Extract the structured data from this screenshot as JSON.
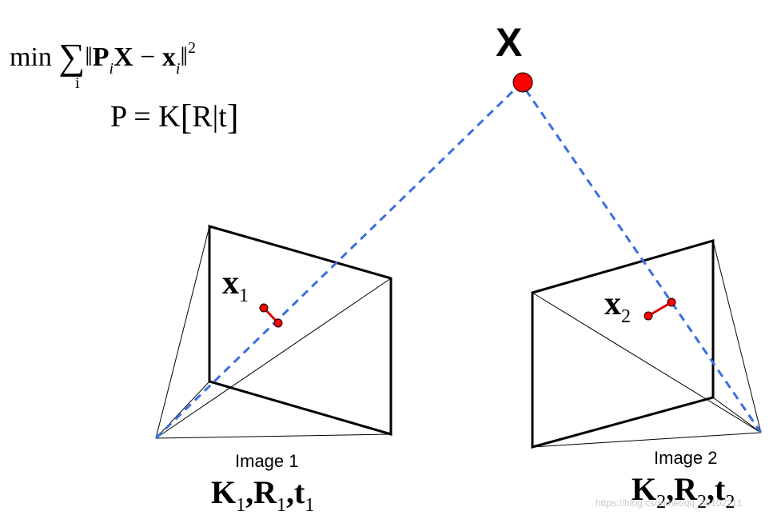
{
  "equations": {
    "objective": {
      "min": "min",
      "sum": "∑",
      "index": "i",
      "norm_open": "‖",
      "P": "P",
      "P_sub": "i",
      "X": "X",
      "minus": " − ",
      "x": "x",
      "x_sub": "i",
      "norm_close": "‖",
      "power": "2"
    },
    "projection": {
      "P": "P",
      "eq": " = ",
      "K": "K",
      "lbr": "[",
      "R": "R",
      "bar": "|",
      "t": "t",
      "rbr": "]"
    }
  },
  "point": {
    "label": "X",
    "color": "#ff0000"
  },
  "camera1": {
    "image_label": "Image 1",
    "point_label": "x",
    "point_sub": "1",
    "params": {
      "K": "K",
      "K_sub": "1",
      "R": "R",
      "R_sub": "1",
      "t": "t",
      "t_sub": "1",
      "comma": ","
    }
  },
  "camera2": {
    "image_label": "Image 2",
    "point_label": "x",
    "point_sub": "2",
    "params": {
      "K": "K",
      "K_sub": "2",
      "R": "R",
      "R_sub": "2",
      "t": "t",
      "t_sub": "2",
      "comma": ","
    }
  },
  "colors": {
    "ray": "#3b6ee0",
    "point": "#ff0000",
    "reprojection": "#e00000",
    "frame": "#000000"
  },
  "watermark": "https://blog.csdn.net/qq_38102211"
}
